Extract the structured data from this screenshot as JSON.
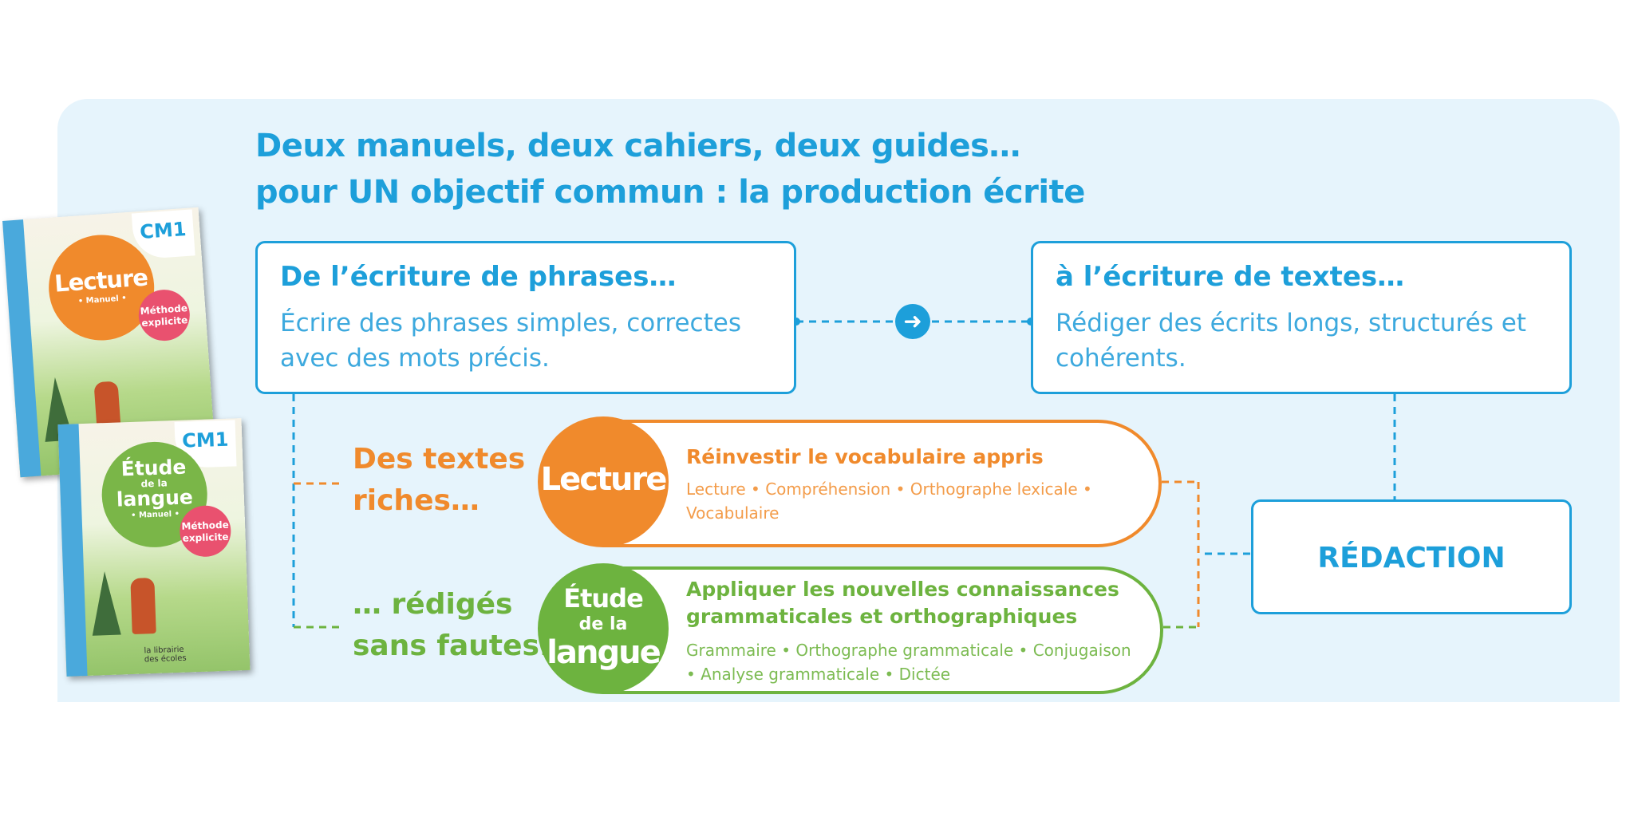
{
  "heading": {
    "line1": "Deux manuels, deux cahiers, deux guides…",
    "line2": "pour UN objectif commun : la production écrite"
  },
  "left_box": {
    "title": "De l’écriture de phrases…",
    "body": "Écrire des phrases simples, correctes avec des mots précis."
  },
  "right_box": {
    "title": "à l’écriture de textes…",
    "body": "Rédiger des écrits longs, structurés et cohérents."
  },
  "arrow_icon": "arrow-right-icon",
  "side_labels": {
    "top_line1": "Des textes",
    "top_line2": "riches…",
    "bottom_line1": "… rédigés",
    "bottom_line2": "sans fautes."
  },
  "lecture_pill": {
    "circle_label": "Lecture",
    "title": "Réinvestir le vocabulaire appris",
    "subtitle": "Lecture • Compréhension • Orthographe lexicale • Vocabulaire",
    "color": "#f08a2c"
  },
  "etude_pill": {
    "circle_line1": "Étude",
    "circle_line2": "de la",
    "circle_line3": "langue",
    "title_line1": "Appliquer les nouvelles connaissances",
    "title_line2": "grammaticales et orthographiques",
    "subtitle": "Grammaire • Orthographe grammaticale • Conjugaison • Analyse grammaticale • Dictée",
    "color": "#6db33f"
  },
  "redaction": {
    "label": "RÉDACTION"
  },
  "books": {
    "book1": {
      "level": "CM1",
      "title": "Lecture",
      "tag": "• Manuel •",
      "badge_line1": "Méthode",
      "badge_line2": "explicite"
    },
    "book2": {
      "level": "CM1",
      "title_line1": "Étude",
      "title_line2": "de la",
      "title_line3": "langue",
      "tag": "• Manuel •",
      "badge_line1": "Méthode",
      "badge_line2": "explicite",
      "publisher_line1": "la librairie",
      "publisher_line2": "des écoles"
    }
  },
  "colors": {
    "blue": "#1d9fda",
    "orange": "#f08a2c",
    "green": "#6db33f",
    "panel": "#e6f4fc"
  }
}
